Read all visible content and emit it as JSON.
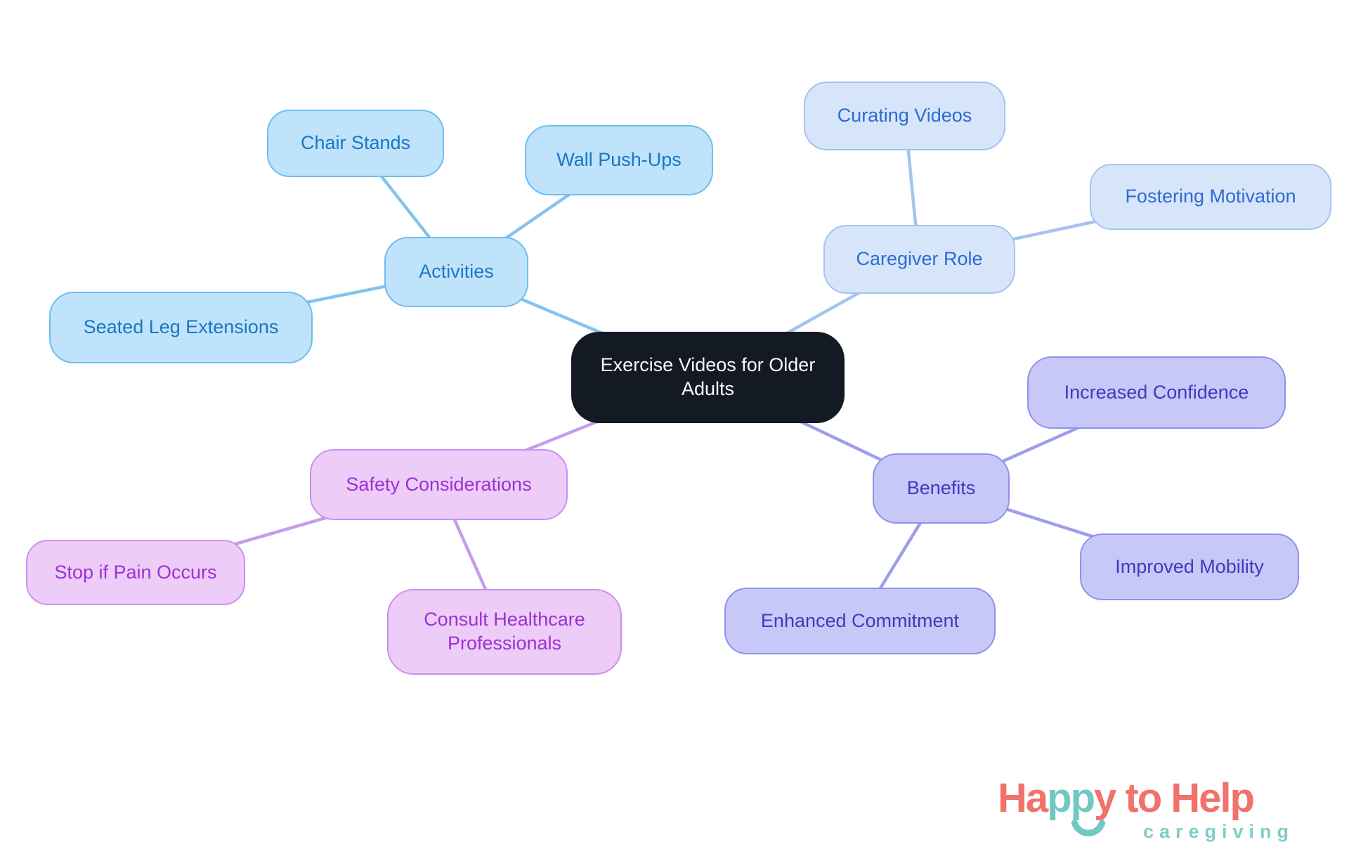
{
  "mindmap": {
    "central": {
      "label": "Exercise Videos for Older Adults",
      "fill": "#141a23",
      "text_color": "#f7f9fb"
    },
    "branches": [
      {
        "label": "Activities",
        "fill": "#bee3fb",
        "border": "#6fbdee",
        "text_color": "#1d76c1",
        "line_color": "#85c3ee",
        "children": [
          {
            "label": "Chair Stands"
          },
          {
            "label": "Wall Push-Ups"
          },
          {
            "label": "Seated Leg Extensions"
          }
        ]
      },
      {
        "label": "Caregiver Role",
        "fill": "#d7e5fa",
        "border": "#a5c3ef",
        "text_color": "#2d6cd0",
        "line_color": "#a5c3ef",
        "children": [
          {
            "label": "Curating Videos"
          },
          {
            "label": "Fostering Motivation"
          }
        ]
      },
      {
        "label": "Benefits",
        "fill": "#c7c8f7",
        "border": "#9092e8",
        "text_color": "#3b3cbd",
        "line_color": "#9d9eec",
        "children": [
          {
            "label": "Increased Confidence"
          },
          {
            "label": "Improved Mobility"
          },
          {
            "label": "Enhanced Commitment"
          }
        ]
      },
      {
        "label": "Safety Considerations",
        "fill": "#edccf8",
        "border": "#ca90ef",
        "text_color": "#9c31d3",
        "line_color": "#c79bee",
        "children": [
          {
            "label": "Stop if Pain Occurs"
          },
          {
            "label": "Consult Healthcare Professionals"
          }
        ]
      }
    ]
  },
  "logo": {
    "word_part1": "Ha",
    "word_part2": "pp",
    "word_part3": "y to Help",
    "tagline": "caregiving",
    "coral": "#f0726b",
    "teal": "#72c8c2"
  }
}
